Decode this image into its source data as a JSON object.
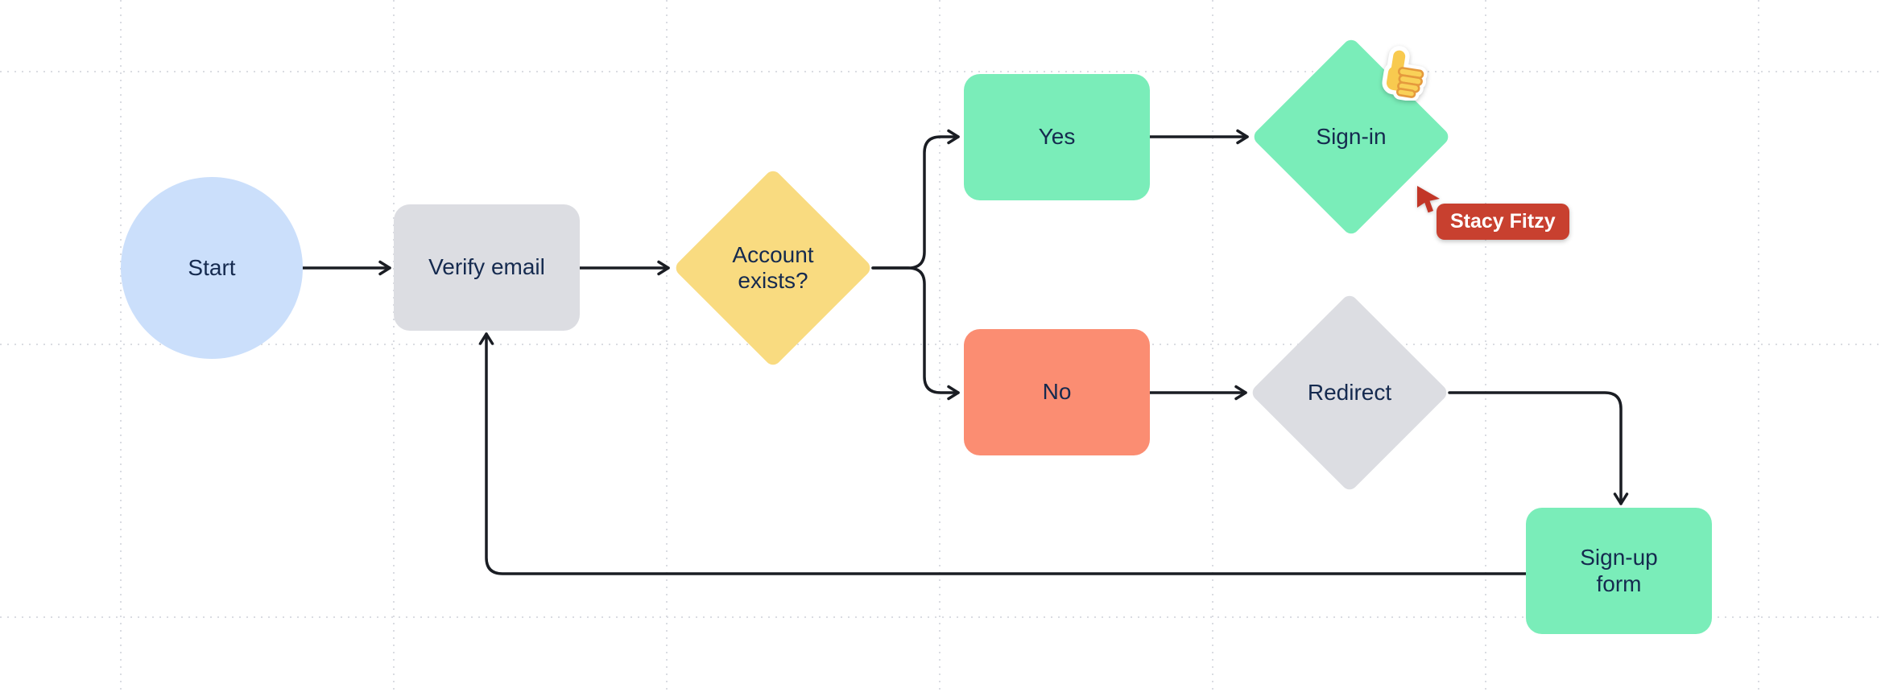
{
  "canvas": {
    "background_color": "#ffffff",
    "grid_color": "#dadce2",
    "connector_color": "#1a1d23",
    "text_color": "#152a4f"
  },
  "nodes": [
    {
      "id": "start",
      "label": "Start",
      "shape": "circle",
      "fill": "#cbdffb"
    },
    {
      "id": "verify-email",
      "label": "Verify email",
      "shape": "rounded-rect",
      "fill": "#dcdde2"
    },
    {
      "id": "account-exists",
      "label": "Account exists?",
      "shape": "diamond",
      "fill": "#f9db80"
    },
    {
      "id": "yes",
      "label": "Yes",
      "shape": "rounded-rect",
      "fill": "#7aedb9"
    },
    {
      "id": "no",
      "label": "No",
      "shape": "rounded-rect",
      "fill": "#fb8d72"
    },
    {
      "id": "sign-in",
      "label": "Sign-in",
      "shape": "diamond",
      "fill": "#7aedb9"
    },
    {
      "id": "redirect",
      "label": "Redirect",
      "shape": "diamond",
      "fill": "#dcdde2"
    },
    {
      "id": "sign-up-form",
      "label": "Sign-up form",
      "shape": "rounded-rect",
      "fill": "#7aedb9"
    }
  ],
  "edges": [
    {
      "from": "start",
      "to": "verify-email"
    },
    {
      "from": "verify-email",
      "to": "account-exists"
    },
    {
      "from": "account-exists",
      "to": "yes"
    },
    {
      "from": "account-exists",
      "to": "no"
    },
    {
      "from": "yes",
      "to": "sign-in"
    },
    {
      "from": "no",
      "to": "redirect"
    },
    {
      "from": "redirect",
      "to": "sign-up-form"
    },
    {
      "from": "sign-up-form",
      "to": "verify-email"
    }
  ],
  "collaborator": {
    "name": "Stacy Fitzy",
    "cursor_color": "#c23627",
    "badge_color": "#c8402f",
    "badge_text_color": "#ffffff"
  },
  "sticker": {
    "name": "thumbs-up",
    "body_color": "#f8ca4f",
    "detail_color": "#e59a3d",
    "outline_color": "#ffffff"
  }
}
